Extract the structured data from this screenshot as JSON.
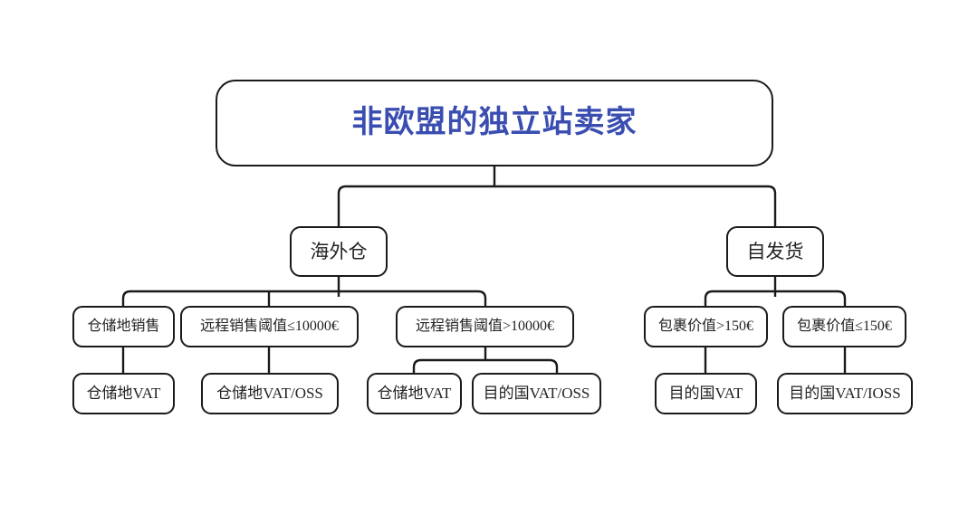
{
  "diagram": {
    "title": "非欧盟的独立站卖家",
    "accent_color": "#3a4db0",
    "node_border_color": "#1a1a1a",
    "node_text_color": "#232323",
    "background_color": "#ffffff",
    "nodes": {
      "root": "非欧盟的独立站卖家",
      "branch_warehouse": "海外仓",
      "branch_selfship": "自发货",
      "w_local_sale": "仓储地销售",
      "w_threshold_under": "远程销售阈值≤10000€",
      "w_threshold_over": "远程销售阈值>10000€",
      "s_parcel_over": "包裹价值>150€",
      "s_parcel_under": "包裹价值≤150€",
      "leaf_local_vat": "仓储地VAT",
      "leaf_local_vat_oss": "仓储地VAT/OSS",
      "leaf_local_vat_2": "仓储地VAT",
      "leaf_dest_vat_oss": "目的国VAT/OSS",
      "leaf_dest_vat": "目的国VAT",
      "leaf_dest_vat_ioss": "目的国VAT/IOSS"
    }
  }
}
